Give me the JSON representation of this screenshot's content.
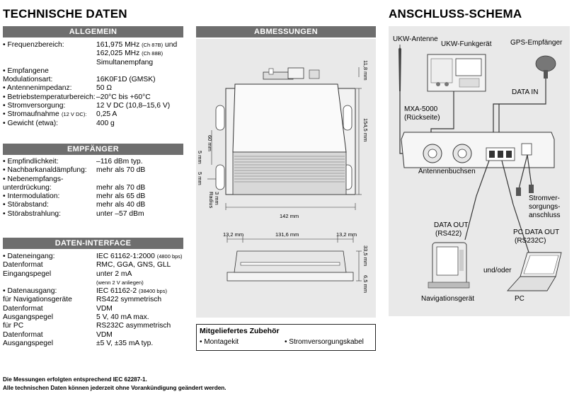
{
  "left": {
    "title": "TECHNISCHE DATEN",
    "allgemein": {
      "header": "ALLGEMEIN",
      "rows": [
        {
          "label": "• Frequenzbereich:",
          "value": "161,975 MHz",
          "note": "(Ch 87B)",
          "suffix": "und"
        },
        {
          "label": "",
          "value": "162,025 MHz",
          "note": "(Ch 88B)",
          "suffix": ""
        },
        {
          "label": "",
          "value": "Simultanempfang",
          "note": "",
          "suffix": ""
        },
        {
          "label": "• Empfangene",
          "value": "",
          "note": "",
          "suffix": ""
        },
        {
          "label": "   Modulationsart:",
          "value": "16K0F1D (GMSK)",
          "note": "",
          "suffix": ""
        },
        {
          "label": "• Antennenimpedanz:",
          "value": "50 Ω",
          "note": "",
          "suffix": ""
        },
        {
          "label": "• Betriebstemperaturbereich:",
          "value": "–20°C bis +60°C",
          "note": "",
          "suffix": ""
        },
        {
          "label": "• Stromversorgung:",
          "value": "12 V DC (10,8–15,6 V)",
          "note": "",
          "suffix": ""
        },
        {
          "label": "• Stromaufnahme",
          "labelnote": "(12 V DC):",
          "value": "0,25 A",
          "note": "",
          "suffix": ""
        },
        {
          "label": "• Gewicht (etwa):",
          "value": "400 g",
          "note": "",
          "suffix": ""
        }
      ]
    },
    "empfaenger": {
      "header": "EMPFÄNGER",
      "rows": [
        {
          "label": "• Empfindlichkeit:",
          "value": "–116 dBm typ."
        },
        {
          "label": "• Nachbarkanaldämpfung:",
          "value": "mehr als 70 dB"
        },
        {
          "label": "• Nebenempfangs-",
          "value": ""
        },
        {
          "label": "   unterdrückung:",
          "value": "mehr als 70 dB"
        },
        {
          "label": "• Intermodulation:",
          "value": "mehr als 65 dB"
        },
        {
          "label": "• Störabstand:",
          "value": "mehr als 40 dB"
        },
        {
          "label": "• Störabstrahlung:",
          "value": "unter –57 dBm"
        }
      ]
    },
    "daten": {
      "header": "DATEN-INTERFACE",
      "rows": [
        {
          "label": "• Dateneingang:",
          "value": "IEC 61162-1:2000",
          "note": "(4800 bps)"
        },
        {
          "label": "      Datenformat",
          "value": "RMC, GGA, GNS, GLL",
          "note": ""
        },
        {
          "label": "      Eingangspegel",
          "value": "unter 2 mA",
          "note": ""
        },
        {
          "label": "",
          "value": "",
          "note": "(wenn 2 V anliegen)"
        },
        {
          "label": "• Datenausgang:",
          "value": "IEC 61162-2",
          "note": "(38400 bps)"
        },
        {
          "label": "   für Navigationsgeräte",
          "value": "RS422 symmetrisch",
          "note": ""
        },
        {
          "label": "      Datenformat",
          "value": "VDM",
          "note": ""
        },
        {
          "label": "      Ausgangspegel",
          "value": "5 V, 40 mA max.",
          "note": ""
        },
        {
          "label": "   für PC",
          "value": "RS232C asymmetrisch",
          "note": ""
        },
        {
          "label": "      Datenformat",
          "value": "VDM",
          "note": ""
        },
        {
          "label": "      Ausgangspegel",
          "value": "±5 V, ±35 mA typ.",
          "note": ""
        }
      ]
    }
  },
  "dims": {
    "header": "ABMESSUNGEN",
    "d_11_8": "11,8 mm",
    "d_154_5": "154,5 mm",
    "d_60": "60 mm",
    "d_5a": "5 mm",
    "d_5b": "5 mm",
    "d_3": "3 mm",
    "radius": "Radius",
    "d_142": "142 mm",
    "d_13_2a": "13,2 mm",
    "d_131_6": "131,6 mm",
    "d_13_2b": "13,2 mm",
    "d_33_5": "33,5 mm",
    "d_6_5": "6,5 mm"
  },
  "zubehoer": {
    "title": "Mitgeliefertes Zubehör",
    "item1": "• Montagekit",
    "item2": "• Stromversorgungskabel"
  },
  "schema": {
    "title": "ANSCHLUSS-SCHEMA",
    "ukw_antenne": "UKW-Antenne",
    "ukw_funk": "UKW-Funkgerät",
    "gps": "GPS-Empfänger",
    "data_in": "DATA IN",
    "mxa_1": "MXA-5000",
    "mxa_2": "(Rückseite)",
    "antennenbuchsen": "Antennenbuchsen",
    "strom_1": "Stromver-",
    "strom_2": "sorgungs-",
    "strom_3": "anschluss",
    "data_out_1": "DATA OUT",
    "data_out_2": "(RS422)",
    "pc_out_1": "PC DATA OUT",
    "pc_out_2": "(RS232C)",
    "undoder": "und/oder",
    "navgeraet": "Navigationsgerät",
    "pc": "PC"
  },
  "footer": {
    "line1": "Die Messungen erfolgten entsprechend IEC 62287-1.",
    "line2": "Alle technischen Daten können jederzeit ohne Vorankündigung geändert werden."
  }
}
